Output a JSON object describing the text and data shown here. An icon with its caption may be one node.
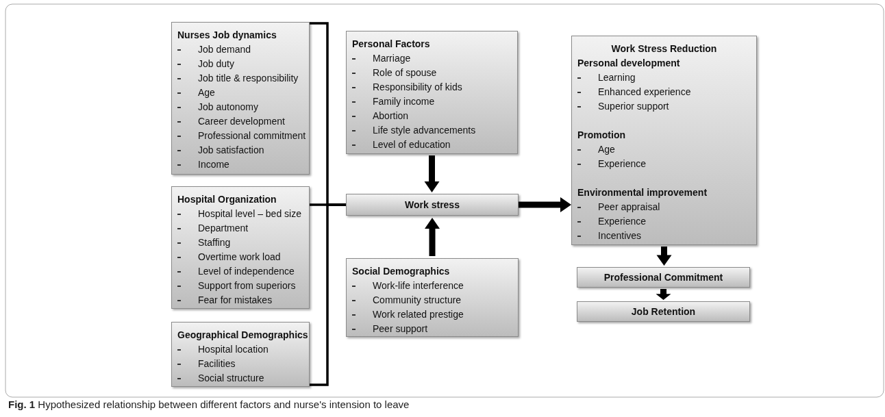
{
  "diagram": {
    "caption": "**Fig. 1** Hypothesized relationship between different factors and nurse's intension to leave",
    "nodes": [
      {
        "text": [
          "Nurses Job dynamics",
          "Job demand",
          "Job duty",
          "Job title & responsibility",
          "Age",
          "Job autonomy",
          "Career development",
          "Professional commitment",
          "Job satisfaction",
          "Income"
        ]
      },
      {
        "text": [
          "Hospital Organization",
          "Hospital level – bed size",
          "Department",
          "Staffing",
          "Overtime work load",
          "Level of independence",
          "Support from superiors",
          "Fear for mistakes"
        ]
      },
      {
        "text": [
          "Geographical Demographics",
          "Hospital location",
          "Facilities",
          "Social structure"
        ]
      },
      {
        "text": [
          "Personal Factors",
          "Marriage",
          "Role of spouse",
          "Responsibility of kids",
          "Family income",
          "Abortion",
          "Life style advancements",
          "Level of education"
        ]
      },
      {
        "text": [
          "Work stress"
        ]
      },
      {
        "text": [
          "Social Demographics",
          "Work-life interference",
          "Community structure",
          "Work related prestige",
          "Peer support"
        ]
      },
      {
        "text": [
          "Work Stress Reduction",
          "Personal development",
          "Learning",
          "Enhanced experience",
          "Superior support",
          "Promotion",
          "Age",
          "Experience",
          "Environmental improvement",
          "Peer appraisal",
          "Experience",
          "Incentives"
        ]
      },
      {
        "text": [
          "Professional Commitment"
        ]
      },
      {
        "text": [
          "Job Retention"
        ]
      }
    ],
    "edges": [
      {
        "from": 0,
        "to": 4,
        "arrow": "none"
      },
      {
        "from": 1,
        "to": 4,
        "arrow": "none"
      },
      {
        "from": 2,
        "to": 4,
        "arrow": "none"
      },
      {
        "from": 3,
        "to": 4,
        "arrow": "to",
        "style": "thick"
      },
      {
        "from": 5,
        "to": 4,
        "arrow": "to",
        "style": "thick"
      },
      {
        "from": 4,
        "to": 6,
        "arrow": "to",
        "style": "thick"
      },
      {
        "from": 6,
        "to": 7,
        "arrow": "to",
        "style": "thick"
      },
      {
        "from": 7,
        "to": 8,
        "arrow": "to",
        "style": "thick"
      }
    ]
  }
}
